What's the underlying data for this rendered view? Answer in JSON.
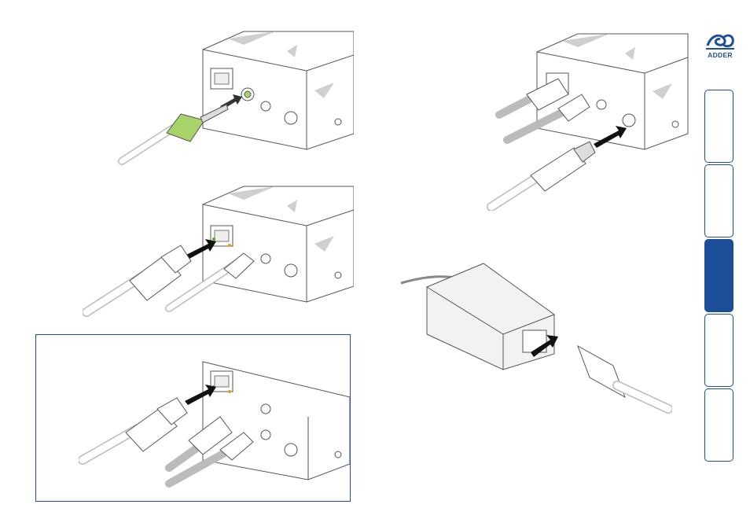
{
  "brand": {
    "logo_text": "ADDER",
    "logo_icon": "adder-serpent-logo",
    "accent_color": "#1d4e9a",
    "connector_color": "#a8d26a"
  },
  "side_tabs": {
    "active_index": 2,
    "count": 5
  },
  "figures": [
    {
      "id": "audio-jack-connection",
      "icon": "audio-jack-icon"
    },
    {
      "id": "rj45-connection",
      "icon": "rj45-plug-icon"
    },
    {
      "id": "dual-rj45-connection-boxed",
      "icon": "rj45-plug-icon"
    },
    {
      "id": "power-jack-connection",
      "icon": "power-plug-icon"
    },
    {
      "id": "power-adapter-connection",
      "icon": "iec-plug-icon"
    }
  ]
}
